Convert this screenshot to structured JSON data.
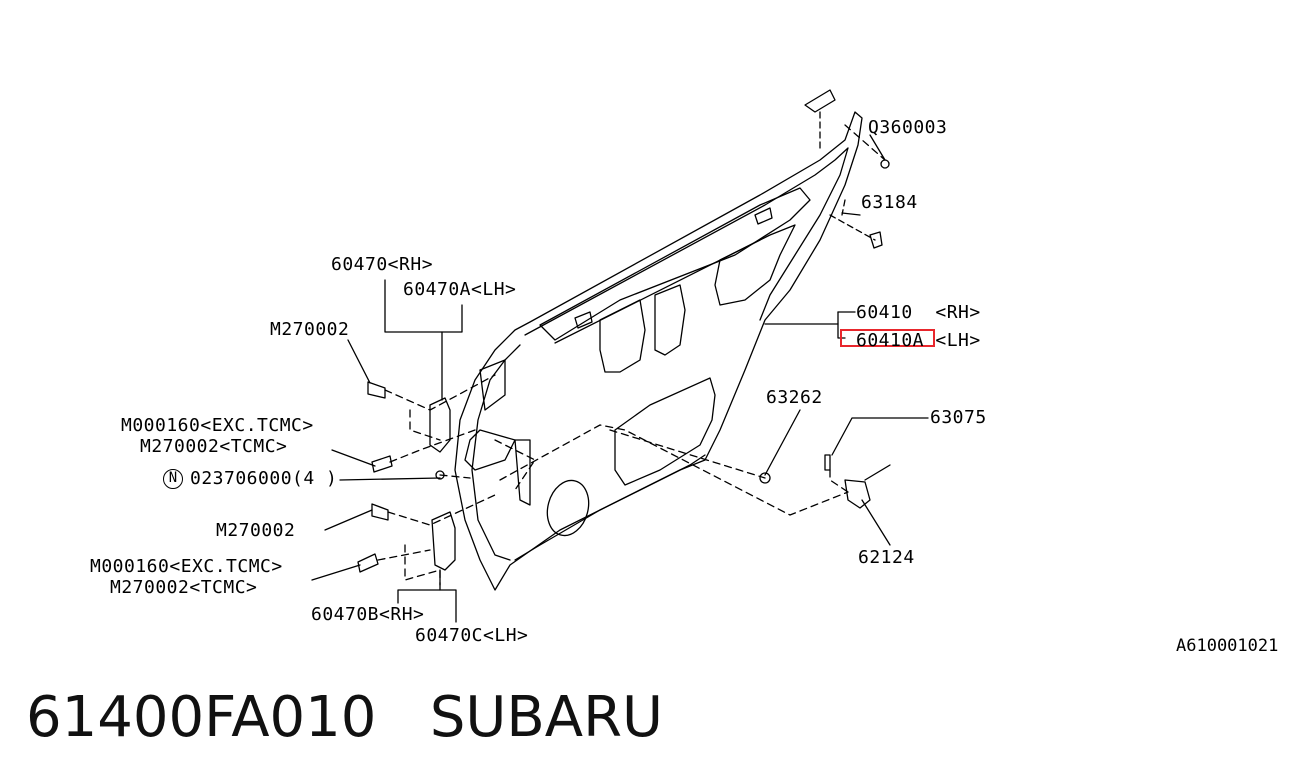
{
  "labels": {
    "q360003": "Q360003",
    "p63184": "63184",
    "p60470_rh": "60470<RH>",
    "p60470a_lh": "60470A<LH>",
    "m270002_top": "M270002",
    "p60410": "60410  <RH>",
    "p60410a": "60410A <LH>",
    "p63262": "63262",
    "p63075": "63075",
    "m000160_a": "M000160<EXC.TCMC>",
    "m270002_tcmc_a": "M270002<TCMC>",
    "n_symbol": "N",
    "n_part": "023706000(4 )",
    "m270002_mid": "M270002",
    "m000160_b": "M000160<EXC.TCMC>",
    "m270002_tcmc_b": "M270002<TCMC>",
    "p62124": "62124",
    "p60470b": "60470B<RH>",
    "p60470c": "60470C<LH>"
  },
  "catalog_code": "A610001021",
  "caption": "61400FA010   SUBARU",
  "colors": {
    "highlight": "#e8262c",
    "ink": "#000000"
  }
}
